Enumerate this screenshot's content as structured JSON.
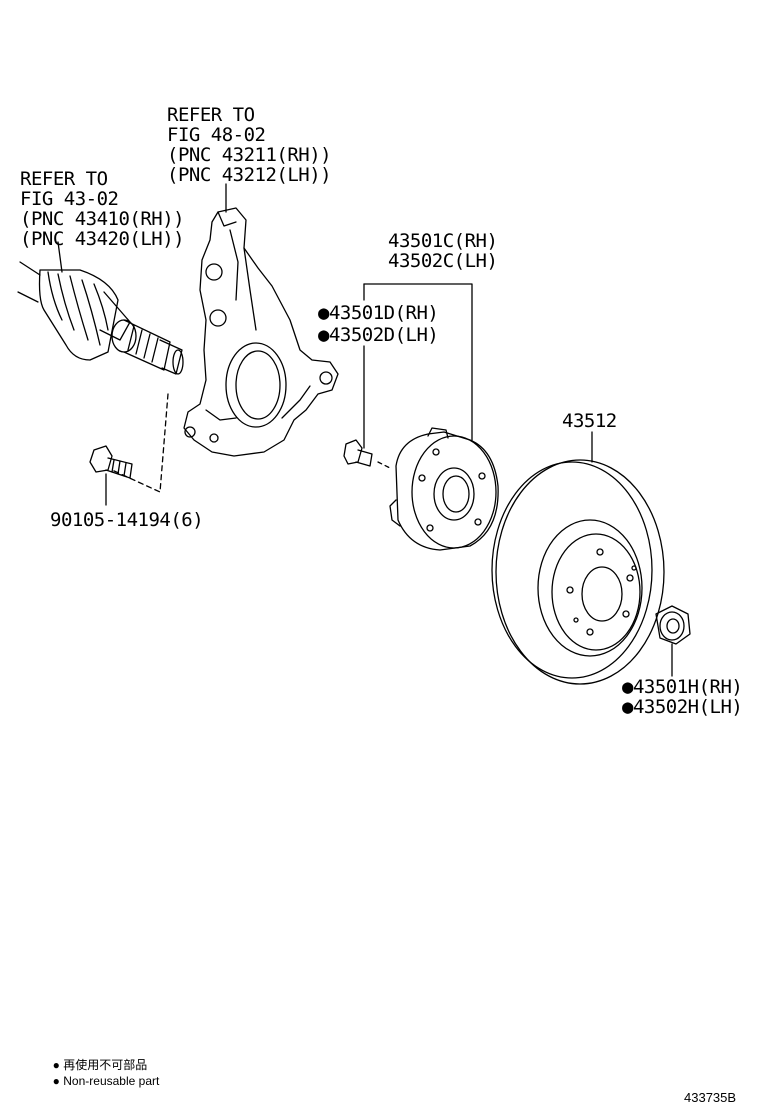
{
  "callouts": {
    "knuckle": [
      "REFER TO",
      "FIG 48-02",
      "(PNC 43211(RH))",
      "(PNC 43212(LH))"
    ],
    "driveshaft": [
      "REFER TO",
      "FIG 43-02",
      "(PNC 43410(RH))",
      "(PNC 43420(LH))"
    ],
    "hub_assy": [
      "43501C(RH)",
      "43502C(LH)"
    ],
    "hub_bolt": [
      "●43501D(RH)",
      "●43502D(LH)"
    ],
    "disc": "43512",
    "bolt": "90105-14194(6)",
    "nut": [
      "●43501H(RH)",
      "●43502H(LH)"
    ]
  },
  "legend": {
    "japanese": "再使用不可部品",
    "english": "Non-reusable part"
  },
  "illustration_code": "433735B"
}
